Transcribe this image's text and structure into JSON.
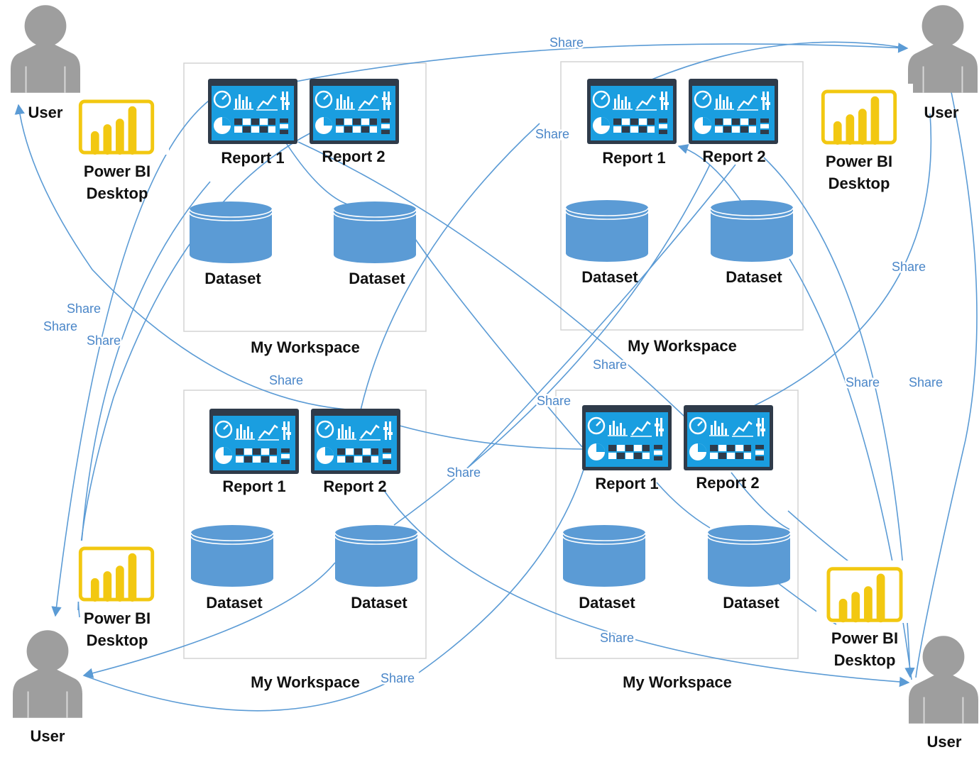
{
  "labels": {
    "user": "User",
    "report1": "Report 1",
    "report2": "Report 2",
    "dataset": "Dataset",
    "workspace": "My Workspace",
    "pbi_line1": "Power BI",
    "pbi_line2": "Desktop",
    "share": "Share"
  },
  "colors": {
    "line": "#5b9bd5",
    "cylinder": "#5b9bd5",
    "cylinder_edge": "#ffffff",
    "report_frame": "#2f3b4a",
    "report_screen": "#1a9ee0",
    "pbi_yellow": "#f2c811",
    "user_gray": "#9e9e9e",
    "share_text": "#4a86c8"
  },
  "icons": {
    "user": "user-silhouette-icon",
    "report": "report-dashboard-icon",
    "dataset": "database-cylinder-icon",
    "pbi": "power-bi-desktop-icon"
  }
}
